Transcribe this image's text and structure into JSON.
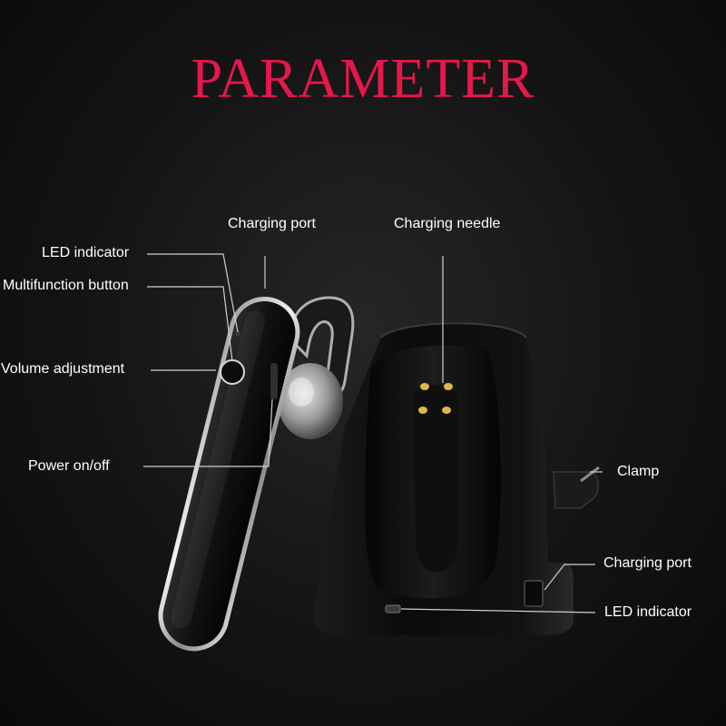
{
  "title": "PARAMETER",
  "colors": {
    "title": "#e5184a",
    "label": "#ffffff",
    "leader": "#cfcfcf",
    "pin": "#e0b64a"
  },
  "labels": {
    "charging_port_top": "Charging port",
    "charging_needle": "Charging needle",
    "led_indicator_left": "LED indicator",
    "multifunction_button": "Multifunction button",
    "volume_adjustment": "Volume adjustment",
    "power_on_off": "Power on/off",
    "clamp": "Clamp",
    "charging_port_right": "Charging port",
    "led_indicator_right": "LED indicator"
  }
}
